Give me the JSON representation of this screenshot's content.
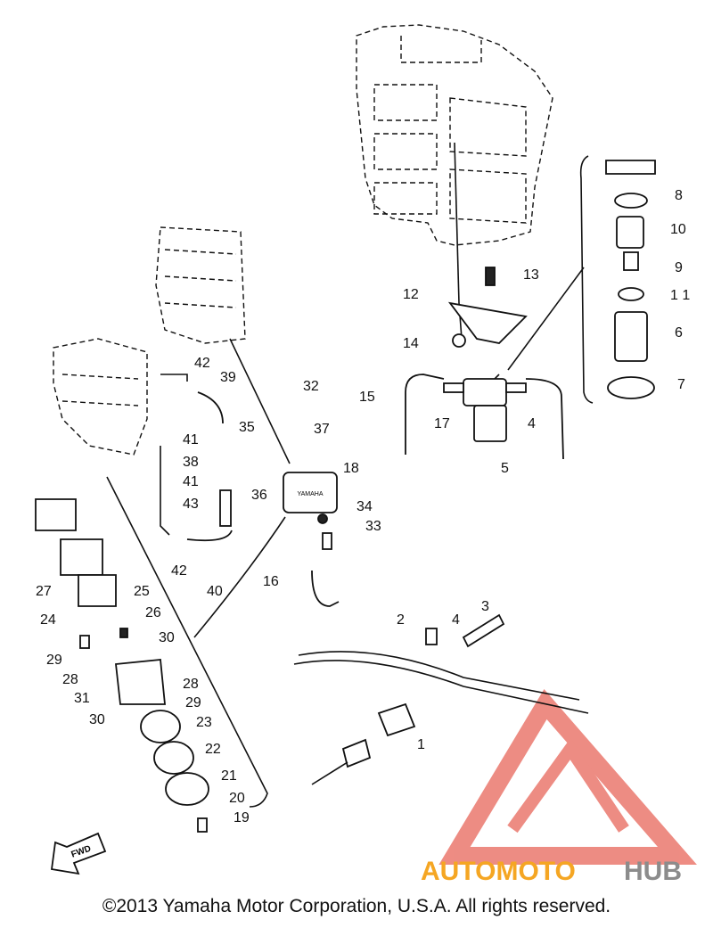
{
  "part_labels": {
    "p1": "1",
    "p2": "2",
    "p3": "3",
    "p4a": "4",
    "p4b": "4",
    "p5": "5",
    "p6": "6",
    "p7": "7",
    "p8": "8",
    "p9": "9",
    "p10": "10",
    "p11": "1 1",
    "p12": "12",
    "p13": "13",
    "p14": "14",
    "p15": "15",
    "p16": "16",
    "p17": "17",
    "p18": "18",
    "p19": "19",
    "p20": "20",
    "p21": "21",
    "p22": "22",
    "p23": "23",
    "p24": "24",
    "p25": "25",
    "p26": "26",
    "p27": "27",
    "p28a": "28",
    "p28b": "28",
    "p29a": "29",
    "p29b": "29",
    "p30a": "30",
    "p30b": "30",
    "p31": "31",
    "p32": "32",
    "p33": "33",
    "p34": "34",
    "p35": "35",
    "p36": "36",
    "p37": "37",
    "p38": "38",
    "p39": "39",
    "p40": "40",
    "p41a": "41",
    "p41b": "41",
    "p42a": "42",
    "p42b": "42",
    "p43": "43"
  },
  "fwd_label": "FWD",
  "pump_marking": "YAMAHA",
  "watermark": {
    "text_orange": "AUTOMOTO",
    "text_gray": "HUB",
    "color_orange": "#f5a623",
    "color_gray": "#8c8c8c",
    "logo_color": "#e8665a"
  },
  "copyright": "©2013 Yamaha Motor Corporation, U.S.A. All rights reserved."
}
